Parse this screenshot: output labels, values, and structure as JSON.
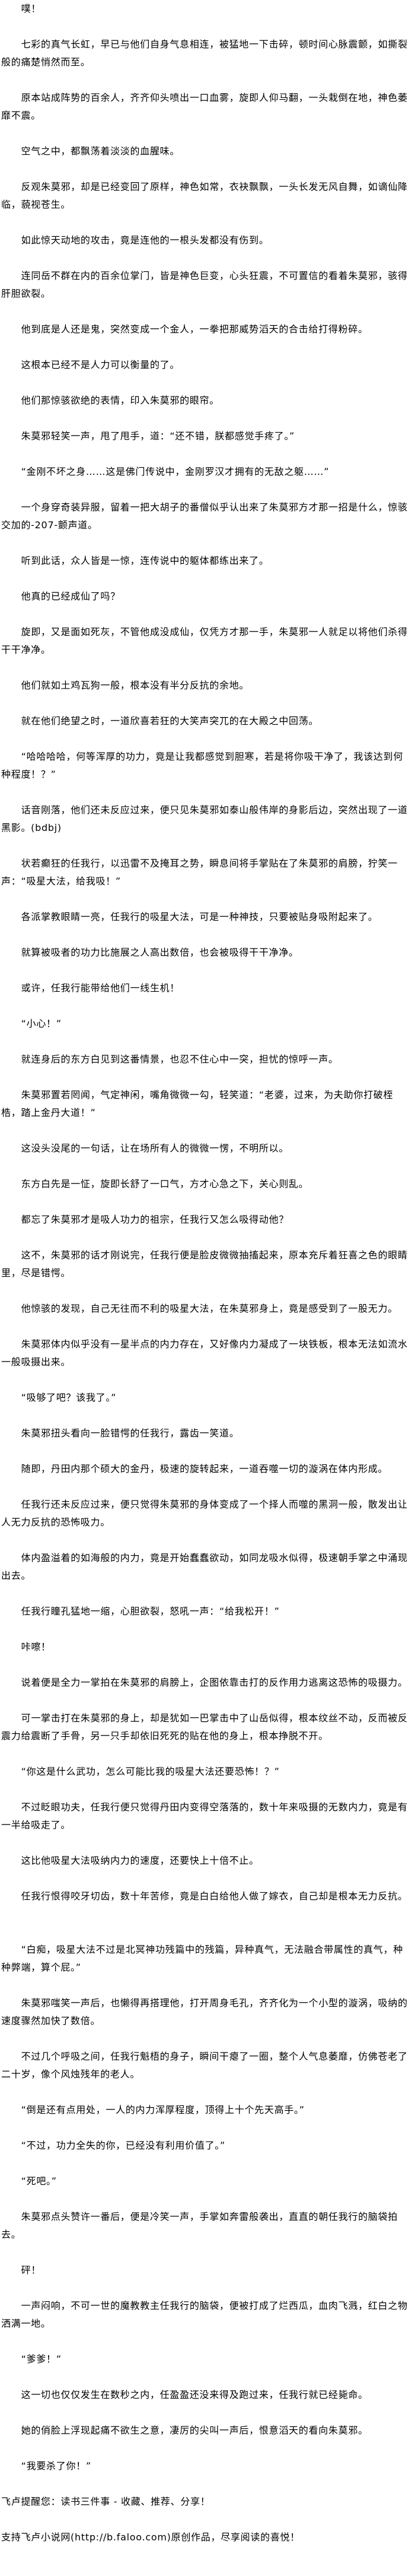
{
  "paragraphs": [
    "噗！",
    "七彩的真气长虹，早已与他们自身气息相连，被猛地一下击碎，顿时间心脉震颤，如撕裂般的痛楚悄然而至。",
    "原本站成阵势的百余人，齐齐仰头喷出一口血雾，旋即人仰马翻，一头栽倒在地，神色萎靡不震。",
    "空气之中，都飘荡着淡淡的血腥味。",
    "反观朱莫邪，却是已经变回了原样，神色如常，衣袂飘飘，一头长发无风自舞，如谪仙降临，藐视苍生。",
    "如此惊天动地的攻击，竟是连他的一根头发都没有伤到。",
    "连同岳不群在内的百余位掌门，皆是神色巨变，心头狂震，不可置信的看着朱莫邪，骇得肝胆欲裂。",
    "他到底是人还是鬼，突然变成一个金人，一拳把那威势滔天的合击给打得粉碎。",
    "这根本已经不是人力可以衡量的了。",
    "他们那惊骇欲绝的表情，印入朱莫邪的眼帘。",
    "朱莫邪轻笑一声，甩了甩手，道：“还不错，朕都感觉手疼了。”",
    "“金刚不坏之身……这是佛门传说中，金刚罗汉才拥有的无敌之躯……”",
    "一个身穿奇装异服，留着一把大胡子的番僧似乎认出来了朱莫邪方才那一招是什么，惊骇交加的-207-颤声道。",
    "听到此话，众人皆是一惊，连传说中的躯体都练出来了。",
    "他真的已经成仙了吗？",
    "旋即，又是面如死灰，不管他成没成仙，仅凭方才那一手，朱莫邪一人就足以将他们杀得干干净净。",
    "他们就如土鸡瓦狗一般，根本没有半分反抗的余地。",
    "就在他们绝望之时，一道欣喜若狂的大笑声突兀的在大殿之中回荡。",
    "“哈哈哈哈，何等浑厚的功力，竟是让我都感觉到胆寒，若是将你吸干净了，我该达到何种程度！？”",
    "话音刚落，他们还未反应过来，便只见朱莫邪如泰山般伟岸的身影后边，突然出现了一道黑影。(bdbj)",
    "状若癫狂的任我行，以迅雷不及掩耳之势，瞬息间将手掌贴在了朱莫邪的肩膀，狞笑一声：“吸星大法，给我吸！”",
    "各派掌教眼睛一亮，任我行的吸星大法，可是一种神技，只要被贴身吸附起来了。",
    "就算被吸者的功力比施展之人高出数倍，也会被吸得干干净净。",
    "或许，任我行能带给他们一线生机！",
    "“小心！”",
    "就连身后的东方白见到这番情景，也忍不住心中一突，担忧的惊呼一声。",
    "朱莫邪置若罔闻，气定神闲，嘴角微微一勾，轻笑道：“老婆，过来，为夫助你打破桎梏，踏上金丹大道！”",
    "这没头没尾的一句话，让在场所有人的微微一愣，不明所以。",
    "东方白先是一怔，旋即长舒了一口气，方才心急之下，关心则乱。",
    "都忘了朱莫邪才是吸人功力的祖宗，任我行又怎么吸得动他？",
    "这不，朱莫邪的话才刚说完，任我行便是脸皮微微抽搐起来，原本充斥着狂喜之色的眼睛里，尽是错愕。",
    "他惊骇的发现，自己无往而不利的吸星大法，在朱莫邪身上，竟是感受到了一股无力。",
    "朱莫邪体内似乎没有一星半点的内力存在，又好像内力凝成了一块铁板，根本无法如流水一般吸摄出来。",
    "“吸够了吧？该我了。”",
    "朱莫邪扭头看向一脸错愕的任我行，露齿一笑道。",
    "随即，丹田内那个硕大的金丹，极速的旋转起来，一道吞噬一切的漩涡在体内形成。",
    "任我行还未反应过来，便只觉得朱莫邪的身体变成了一个择人而噬的黑洞一般，散发出让人无力反抗的恐怖吸力。",
    "体内盈溢着的如海般的内力，竟是开始蠢蠢欲动，如同龙吸水似得，极速朝手掌之中涌现出去。",
    "任我行瞳孔猛地一缩，心胆欲裂，怒吼一声：“给我松开！”",
    "咔嚓！",
    "说着便是全力一掌拍在朱莫邪的肩膀上，企图依靠击打的反作用力逃离这恐怖的吸摄力。",
    "可一掌击打在朱莫邪的身上，却是犹如一巴掌击中了山岳似得，根本纹丝不动，反而被反震力给震断了手骨，另一只手却依旧死死的贴在他的身上，根本挣脱不开。",
    "“你这是什么武功，怎么可能比我的吸星大法还要恐怖！？”",
    "不过眨眼功夫，任我行便只觉得丹田内变得空落落的，数十年来吸摄的无数内力，竟是有一半给吸走了。",
    "这比他吸星大法吸纳内力的速度，还要快上十倍不止。",
    "任我行恨得咬牙切齿，数十年苦修，竟是白白给他人做了嫁衣，自己却是根本无力反抗。",
    "“白痴，吸星大法不过是北冥神功残篇中的残篇，异种真气，无法融合带属性的真气，种种弊端，算个屁。”",
    "朱莫邪嗤笑一声后，也懒得再搭理他，打开周身毛孔，齐齐化为一个小型的漩涡，吸纳的速度骤然加快了数倍。",
    "不过几个呼吸之间，任我行魁梧的身子，瞬间干瘪了一圈，整个人气息萎靡，仿佛苍老了二十岁，像个风烛残年的老人。",
    "“倒是还有点用处，一人的内力浑厚程度，顶得上十个先天高手。”",
    "“不过，功力全失的你，已经没有利用价值了。”",
    "“死吧。”",
    "朱莫邪点头赞许一番后，便是冷笑一声，手掌如奔雷般袭出，直直的朝任我行的脑袋拍去。",
    "砰！",
    "一声闷响，不可一世的魔教教主任我行的脑袋，便被打成了烂西瓜，血肉飞溅，红白之物洒满一地。",
    "“爹爹！”",
    "这一切也仅仅发生在数秒之内，任盈盈还没来得及跑过来，任我行就已经毙命。",
    "她的俏脸上浮现起痛不欲生之意，凄厉的尖叫一声后，恨意滔天的看向朱莫邪。",
    "“我要杀了你！”"
  ],
  "footer": {
    "reminder": "飞卢提醒您：读书三件事 - 收藏、推荐、分享！",
    "support": "支持飞卢小说网(http://b.faloo.com)原创作品，尽享阅读的喜悦！"
  }
}
